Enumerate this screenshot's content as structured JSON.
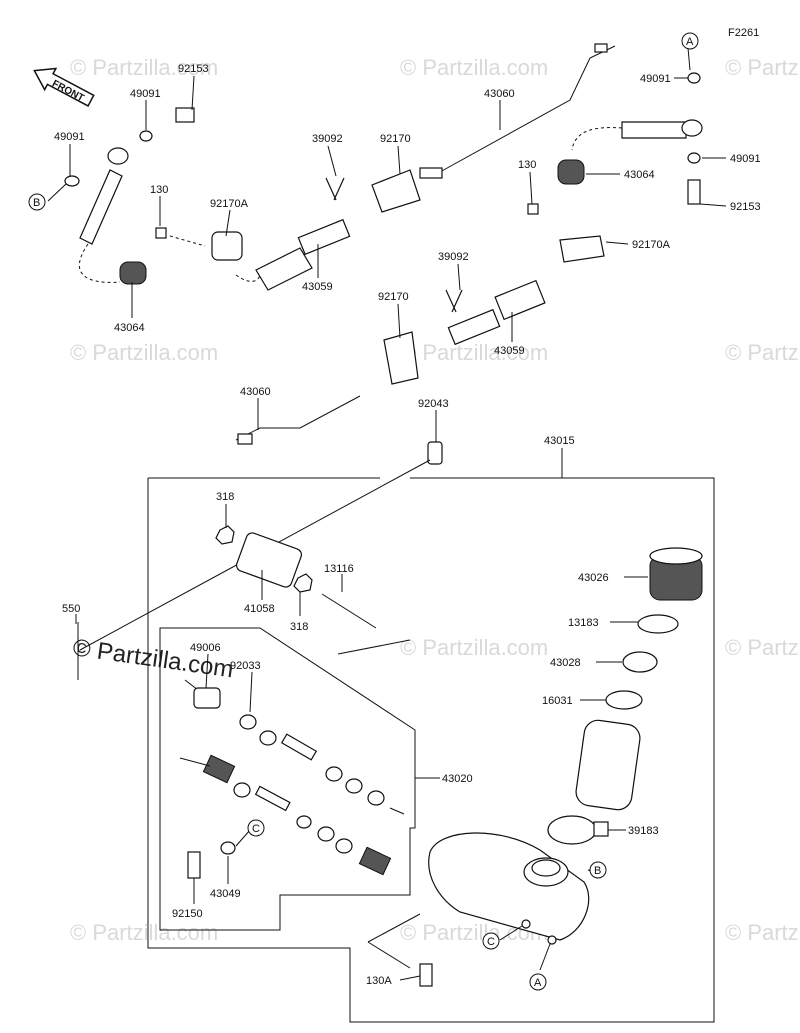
{
  "figure_id": "F2261",
  "watermark": "© Partzilla.com",
  "front_label": "FRONT",
  "parts": [
    {
      "id": "p92153a",
      "text": "92153"
    },
    {
      "id": "p49091a",
      "text": "49091"
    },
    {
      "id": "p49091b",
      "text": "49091"
    },
    {
      "id": "p130a",
      "text": "130"
    },
    {
      "id": "p92170Aa",
      "text": "92170A"
    },
    {
      "id": "p43064a",
      "text": "43064"
    },
    {
      "id": "p39092a",
      "text": "39092"
    },
    {
      "id": "p92170a",
      "text": "92170"
    },
    {
      "id": "p43060a",
      "text": "43060"
    },
    {
      "id": "p43059a",
      "text": "43059"
    },
    {
      "id": "p49091c",
      "text": "49091"
    },
    {
      "id": "p49091d",
      "text": "49091"
    },
    {
      "id": "p92153b",
      "text": "92153"
    },
    {
      "id": "p130b",
      "text": "130"
    },
    {
      "id": "p43064b",
      "text": "43064"
    },
    {
      "id": "p92170Ab",
      "text": "92170A"
    },
    {
      "id": "p39092b",
      "text": "39092"
    },
    {
      "id": "p92170b",
      "text": "92170"
    },
    {
      "id": "p43059b",
      "text": "43059"
    },
    {
      "id": "p43060b",
      "text": "43060"
    },
    {
      "id": "p92043",
      "text": "92043"
    },
    {
      "id": "p43015",
      "text": "43015"
    },
    {
      "id": "p318a",
      "text": "318"
    },
    {
      "id": "p41058",
      "text": "41058"
    },
    {
      "id": "p318b",
      "text": "318"
    },
    {
      "id": "p13116",
      "text": "13116"
    },
    {
      "id": "p550",
      "text": "550"
    },
    {
      "id": "p49006",
      "text": "49006"
    },
    {
      "id": "p92033",
      "text": "92033"
    },
    {
      "id": "p43020",
      "text": "43020"
    },
    {
      "id": "p43049",
      "text": "43049"
    },
    {
      "id": "p92150",
      "text": "92150"
    },
    {
      "id": "p43026",
      "text": "43026"
    },
    {
      "id": "p13183",
      "text": "13183"
    },
    {
      "id": "p43028",
      "text": "43028"
    },
    {
      "id": "p16031",
      "text": "16031"
    },
    {
      "id": "p39183",
      "text": "39183"
    },
    {
      "id": "p130A",
      "text": "130A"
    }
  ],
  "callouts": [
    {
      "id": "cA1",
      "text": "A"
    },
    {
      "id": "cB1",
      "text": "B"
    },
    {
      "id": "cC1",
      "text": "C"
    },
    {
      "id": "cB2",
      "text": "B"
    },
    {
      "id": "cC2",
      "text": "C"
    },
    {
      "id": "cA2",
      "text": "A"
    }
  ]
}
